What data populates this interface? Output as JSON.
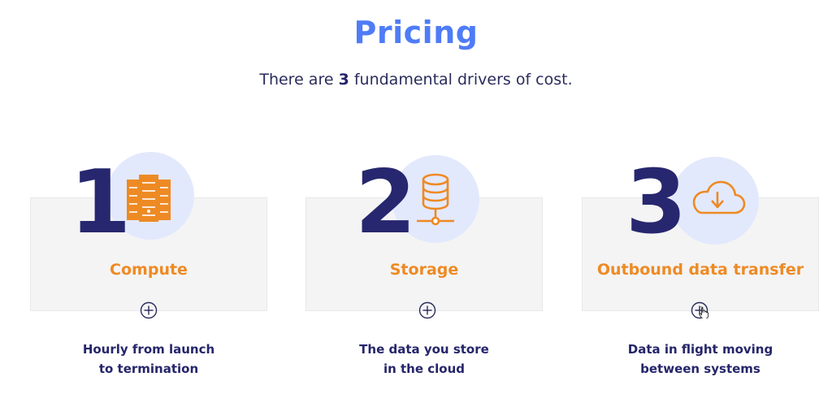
{
  "header": {
    "title": "Pricing",
    "subtitle_pre": "There are ",
    "subtitle_bold": "3",
    "subtitle_post": " fundamental drivers of cost."
  },
  "colors": {
    "title": "#4f7cf7",
    "accent_orange": "#ee8a24",
    "navy": "#27276f",
    "bubble": "#e3e9fc",
    "card_bg": "#f4f4f5"
  },
  "drivers": [
    {
      "number": "1",
      "icon": "server-rack-icon",
      "title": "Compute",
      "desc_line1": "Hourly from launch",
      "desc_line2": "to termination"
    },
    {
      "number": "2",
      "icon": "database-icon",
      "title": "Storage",
      "desc_line1": "The data you store",
      "desc_line2": "in the cloud"
    },
    {
      "number": "3",
      "icon": "cloud-download-icon",
      "title": "Outbound data transfer",
      "desc_line1": "Data in flight moving",
      "desc_line2": "between systems"
    }
  ]
}
